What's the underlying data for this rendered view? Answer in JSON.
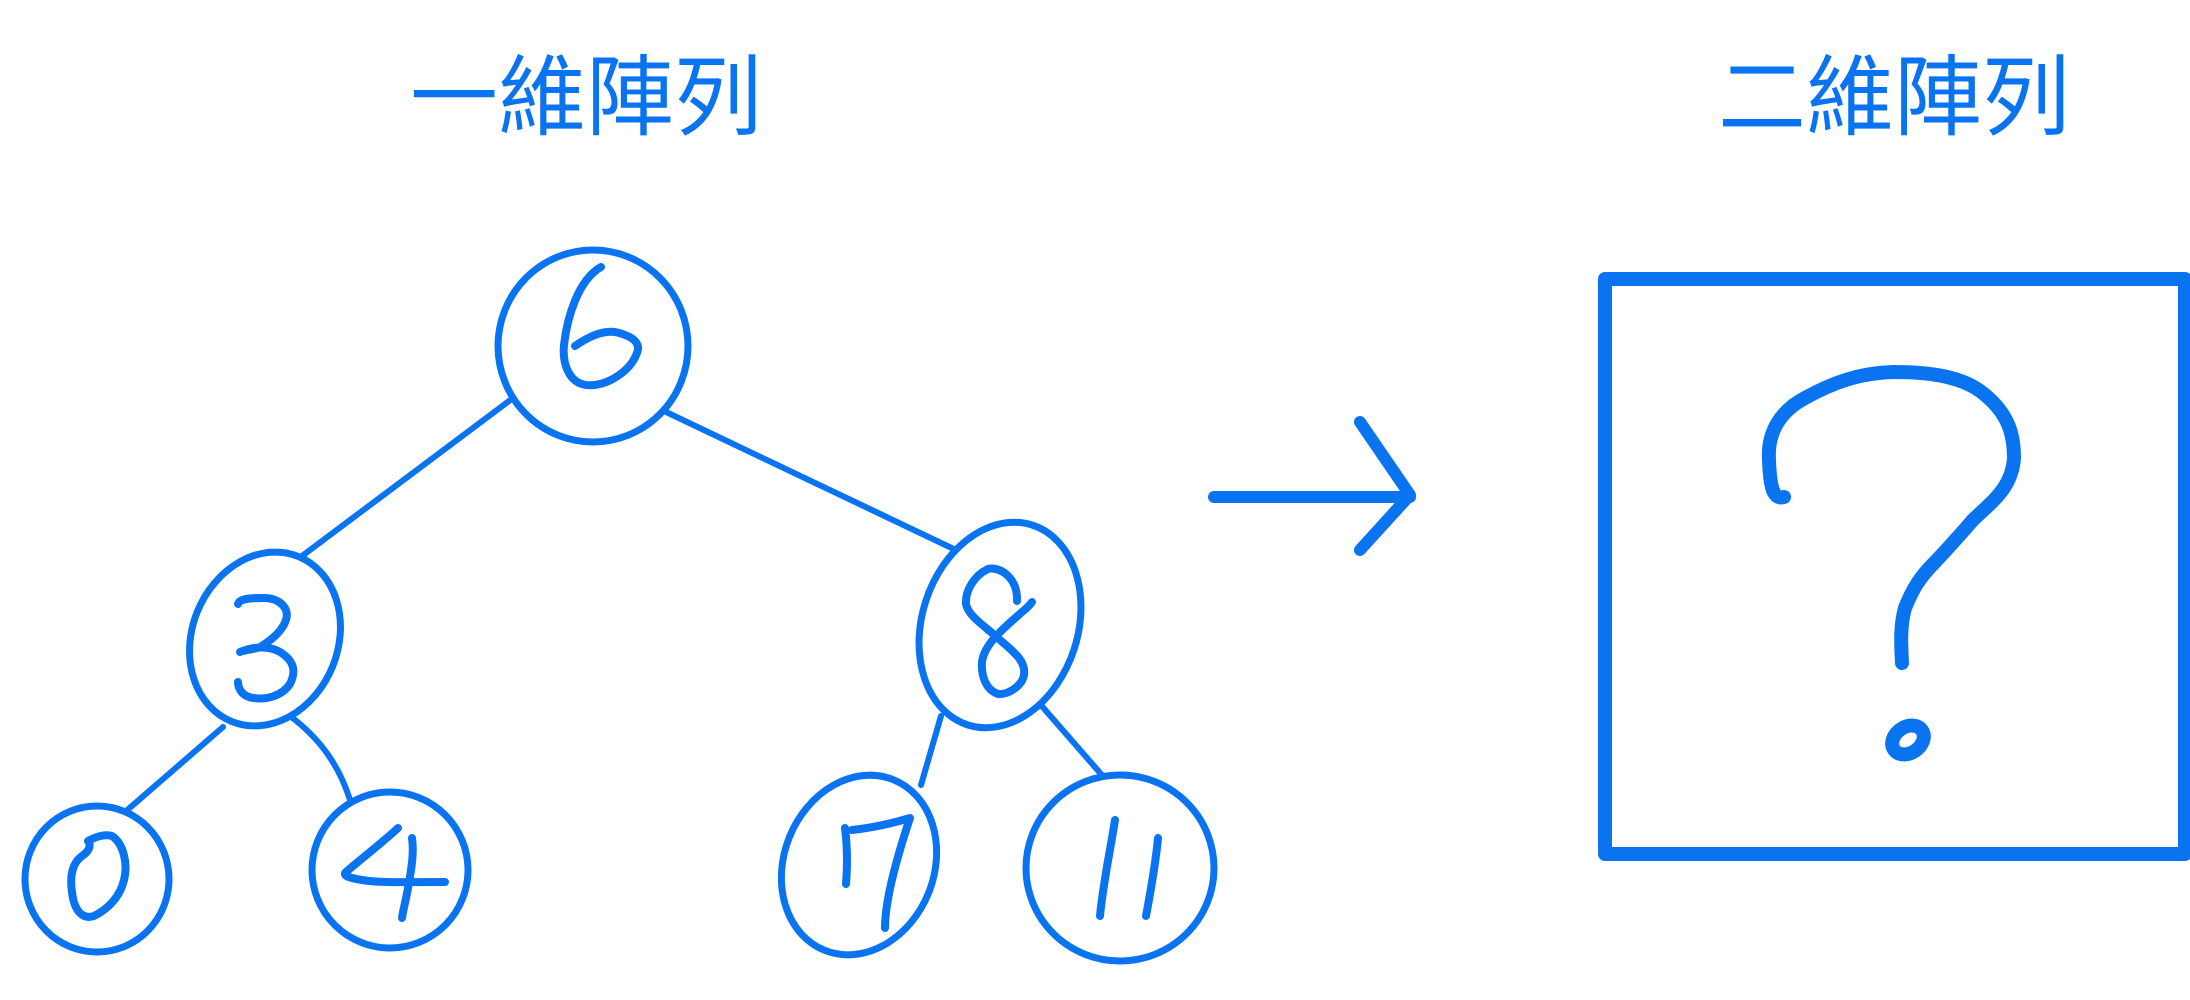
{
  "colors": {
    "ink": "#0a74f0",
    "background": "#ffffff"
  },
  "left_panel": {
    "heading": "一維陣列",
    "tree": {
      "root": "6",
      "left_child": "3",
      "right_child": "8",
      "left_left": "0",
      "left_right": "4",
      "right_left": "7",
      "right_right": "11"
    }
  },
  "arrow_icon": "right-arrow-icon",
  "right_panel": {
    "heading": "二維陣列",
    "placeholder_symbol": "?",
    "placeholder_icon": "question-mark-icon"
  }
}
